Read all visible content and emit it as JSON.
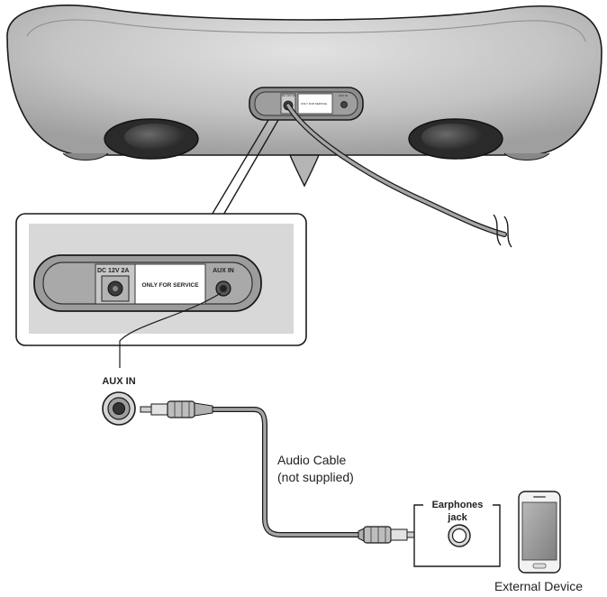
{
  "speaker_rear": {
    "panel_small": {
      "dc_label": "DC 12V 2A",
      "service_label": "ONLY FOR SERVICE",
      "aux_label": "AUX IN"
    }
  },
  "zoom_panel": {
    "dc_label": "DC 12V 2A",
    "service_label": "ONLY FOR SERVICE",
    "aux_label": "AUX IN"
  },
  "aux_in_label": "AUX IN",
  "cable": {
    "label_line1": "Audio Cable",
    "label_line2": "(not supplied)"
  },
  "earphones": {
    "label_line1": "Earphones",
    "label_line2": "jack"
  },
  "external_device_label": "External Device",
  "colors": {
    "body_gray": "#bdbdbd",
    "panel_gray": "#d6d6d6",
    "stroke": "#1a1a1a",
    "cable": "#9a9a9a"
  }
}
